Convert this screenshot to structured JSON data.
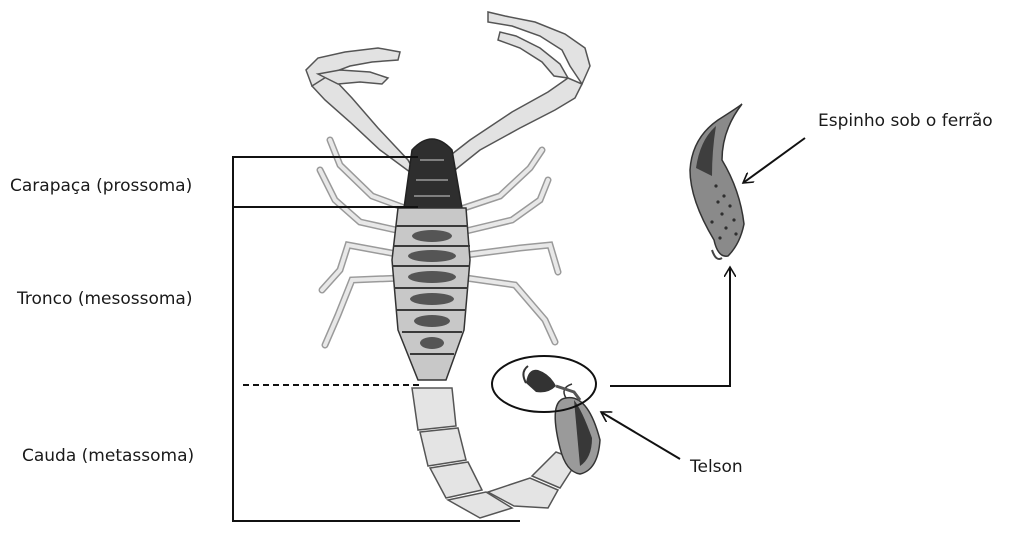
{
  "labels": {
    "carapace": "Carapaça (prossoma)",
    "trunk": "Tronco (mesossoma)",
    "tail": "Cauda (metassoma)",
    "telson": "Telson",
    "spine": "Espinho sob o ferrão"
  },
  "colors": {
    "line": "#111111",
    "body_light": "#e4e4e4",
    "body_mid": "#bdbdbd",
    "body_dark": "#3a3a3a"
  }
}
